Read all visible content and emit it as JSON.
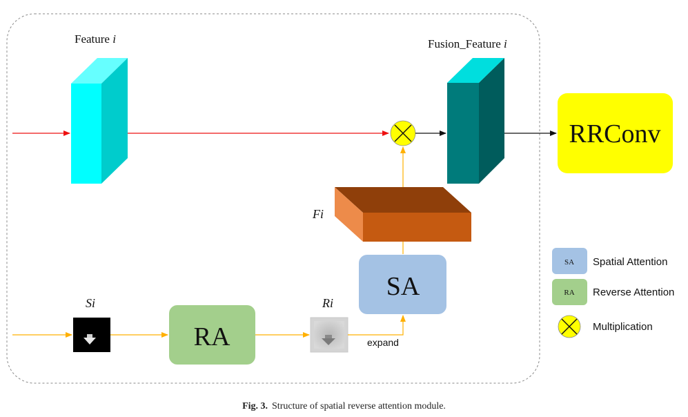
{
  "diagram": {
    "labels": {
      "feature": "Feature i",
      "fusion_feature": "Fusion_Feature i",
      "fi": "Fi",
      "si": "Si",
      "ri": "Ri",
      "expand": "expand"
    },
    "blocks": {
      "rrconv": "RRConv",
      "sa": "SA",
      "ra": "RA"
    },
    "legend": [
      {
        "abbr": "SA",
        "text": "Spatial Attention",
        "color": "#a4c2e4"
      },
      {
        "abbr": "RA",
        "text": "Reverse Attention",
        "color": "#a3cf8c"
      },
      {
        "abbr": "",
        "text": "Multiplication",
        "color": "#ffff00"
      }
    ],
    "colors": {
      "feature_front": "#00ffff",
      "feature_side": "#00cccc",
      "feature_top": "#66ffff",
      "fusion_front": "#007b7b",
      "fusion_side": "#005c5c",
      "fusion_top": "#00dede",
      "fi_front": "#c55a11",
      "fi_top": "#8f3f0a",
      "fi_side": "#ed8b4a",
      "rrconv": "#ffff00",
      "red_arrow": "#ee1111",
      "orange_arrow": "#ffb000"
    }
  },
  "caption": {
    "label": "Fig. 3.",
    "text": "Structure of spatial reverse attention module."
  }
}
